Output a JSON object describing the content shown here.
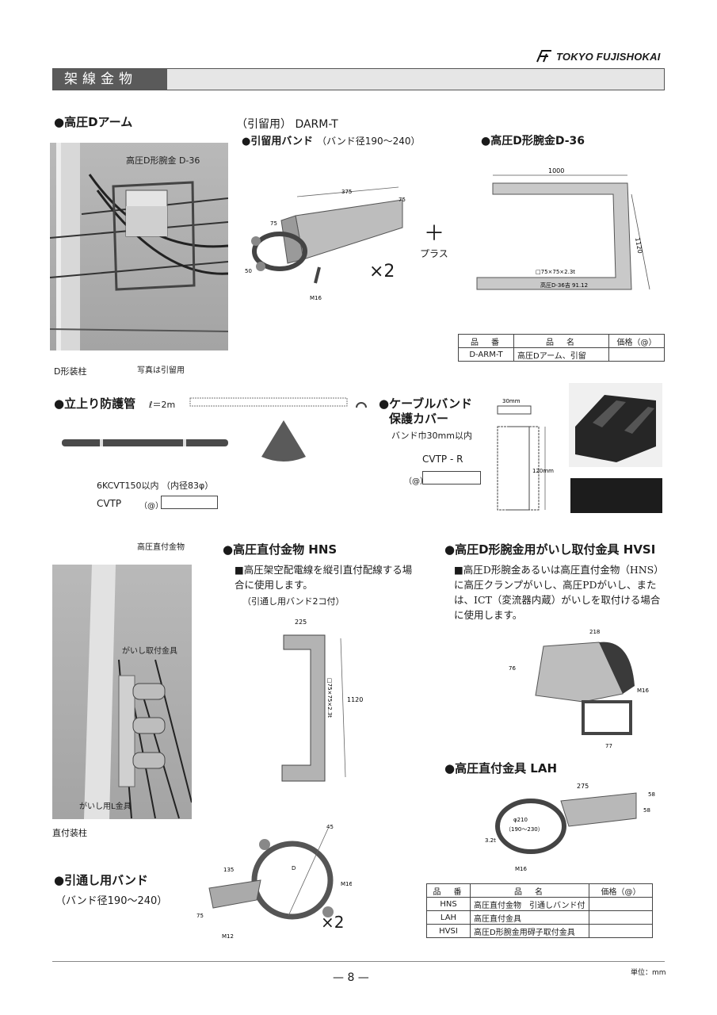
{
  "header": {
    "logo_text": "TOKYO FUJISHOKAI",
    "section_title": "架線金物"
  },
  "darm": {
    "title": "●高圧Dアーム",
    "subtitle": "（引留用）  DARM-T",
    "band_title": "●引留用バンド",
    "band_range": "（バンド径190～240）",
    "bracket_title": "●高圧D形腕金D-36",
    "photo_annotation": "高圧D形腕金 D-36",
    "photo_caption": "D形装柱",
    "photo_note": "写真は引留用",
    "times": "×2",
    "plus_label": "プラス",
    "band_dims": {
      "len": "375",
      "h": "75",
      "w": "75",
      "d": "50",
      "bolt": "M16"
    },
    "bracket_dims": {
      "top": "1000",
      "side": "1120",
      "section": "□75×75×2.3t",
      "stamp": "高圧D-36吉 91.12"
    },
    "table": {
      "headers": [
        "品　番",
        "品　名",
        "価格（@）"
      ],
      "rows": [
        {
          "code": "D-ARM-T",
          "name": "高圧Dアーム、引留"
        }
      ]
    }
  },
  "guard": {
    "title": "●立上り防護管",
    "length": "ℓ＝2m",
    "spec": "6KCVT150以内 （内径83φ）",
    "code": "CVTP",
    "price_label": "（@）"
  },
  "cover": {
    "title_line1": "●ケーブルバンド",
    "title_line2": "保護カバー",
    "band_width": "バンド巾30mm以内",
    "code": "CVTP - R",
    "price_label": "（@）",
    "dim_top": "30mm",
    "dim_height": "120mm"
  },
  "direct_photo": {
    "label_top": "高圧直付金物",
    "label_mid": "がいし取付金具",
    "label_bot": "がいし用L金具",
    "caption": "直付装柱"
  },
  "hns": {
    "title": "●高圧直付金物  HNS",
    "desc": "■高圧架空配電線を縦引直付配線する場合に使用します。",
    "note": "（引通し用バンド2コ付）",
    "dims": {
      "top": "225",
      "len": "1120",
      "section": "□75×75×2.3t"
    }
  },
  "hvsi": {
    "title": "●高圧D形腕金用がいし取付金具  HVSI",
    "desc": "■高圧D形腕金あるいは高圧直付金物（HNS）に高圧クランプがいし、高圧PDがいし、または、ICT（変流器内蔵）がいしを取付ける場合に使用します。",
    "dims": {
      "top": "218",
      "side": "76",
      "bottom": "77",
      "bolt": "M16"
    }
  },
  "lah": {
    "title": "●高圧直付金具  LAH",
    "dims": {
      "len": "275",
      "h1": "58",
      "h2": "58",
      "dia": "φ210",
      "range": "（190～230）",
      "t": "3.2t",
      "bolt": "M16"
    }
  },
  "thru_band": {
    "title": "●引通し用バンド",
    "range": "（バンド径190～240）",
    "times": "×2",
    "dims": {
      "a": "135",
      "b": "75",
      "c": "45",
      "d": "D",
      "bolt1": "M16",
      "bolt2": "M12"
    }
  },
  "table2": {
    "headers": [
      "品　番",
      "品　名",
      "価格（@）"
    ],
    "rows": [
      {
        "code": "HNS",
        "name": "高圧直付金物　引通しバンド付"
      },
      {
        "code": "LAH",
        "name": "高圧直付金具"
      },
      {
        "code": "HVSI",
        "name": "高圧D形腕金用碍子取付金具"
      }
    ]
  },
  "footer": {
    "page": "— 8 —",
    "unit": "単位：mm"
  }
}
